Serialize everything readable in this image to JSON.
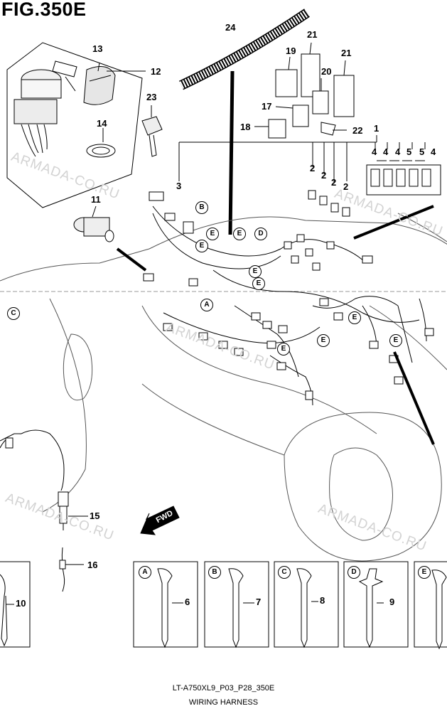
{
  "figure_title": "FIG.350E",
  "callouts": {
    "n24": "24",
    "n21a": "21",
    "n13": "13",
    "n19": "19",
    "n20": "20",
    "n21b": "21",
    "n12": "12",
    "n23": "23",
    "n17": "17",
    "n18": "18",
    "n22": "22",
    "n14": "14",
    "n1": "1",
    "n3": "3",
    "n4a": "4",
    "n4b": "4",
    "n4c": "4",
    "n5a": "5",
    "n5b": "5",
    "n4d": "4",
    "n2a": "2",
    "n2b": "2",
    "n2c": "2",
    "n2d": "2",
    "n11": "11",
    "n10": "10",
    "n15": "15",
    "n16": "16",
    "n6": "6",
    "n7": "7",
    "n8": "8",
    "n9": "9"
  },
  "connector_letters": [
    "A",
    "B",
    "C",
    "D",
    "E"
  ],
  "watermark": "ARMADA-CO.RU",
  "fwd": "FWD",
  "footer": {
    "code": "LT-A750XL9_P03_P28_350E",
    "caption": "WIRING HARNESS"
  }
}
